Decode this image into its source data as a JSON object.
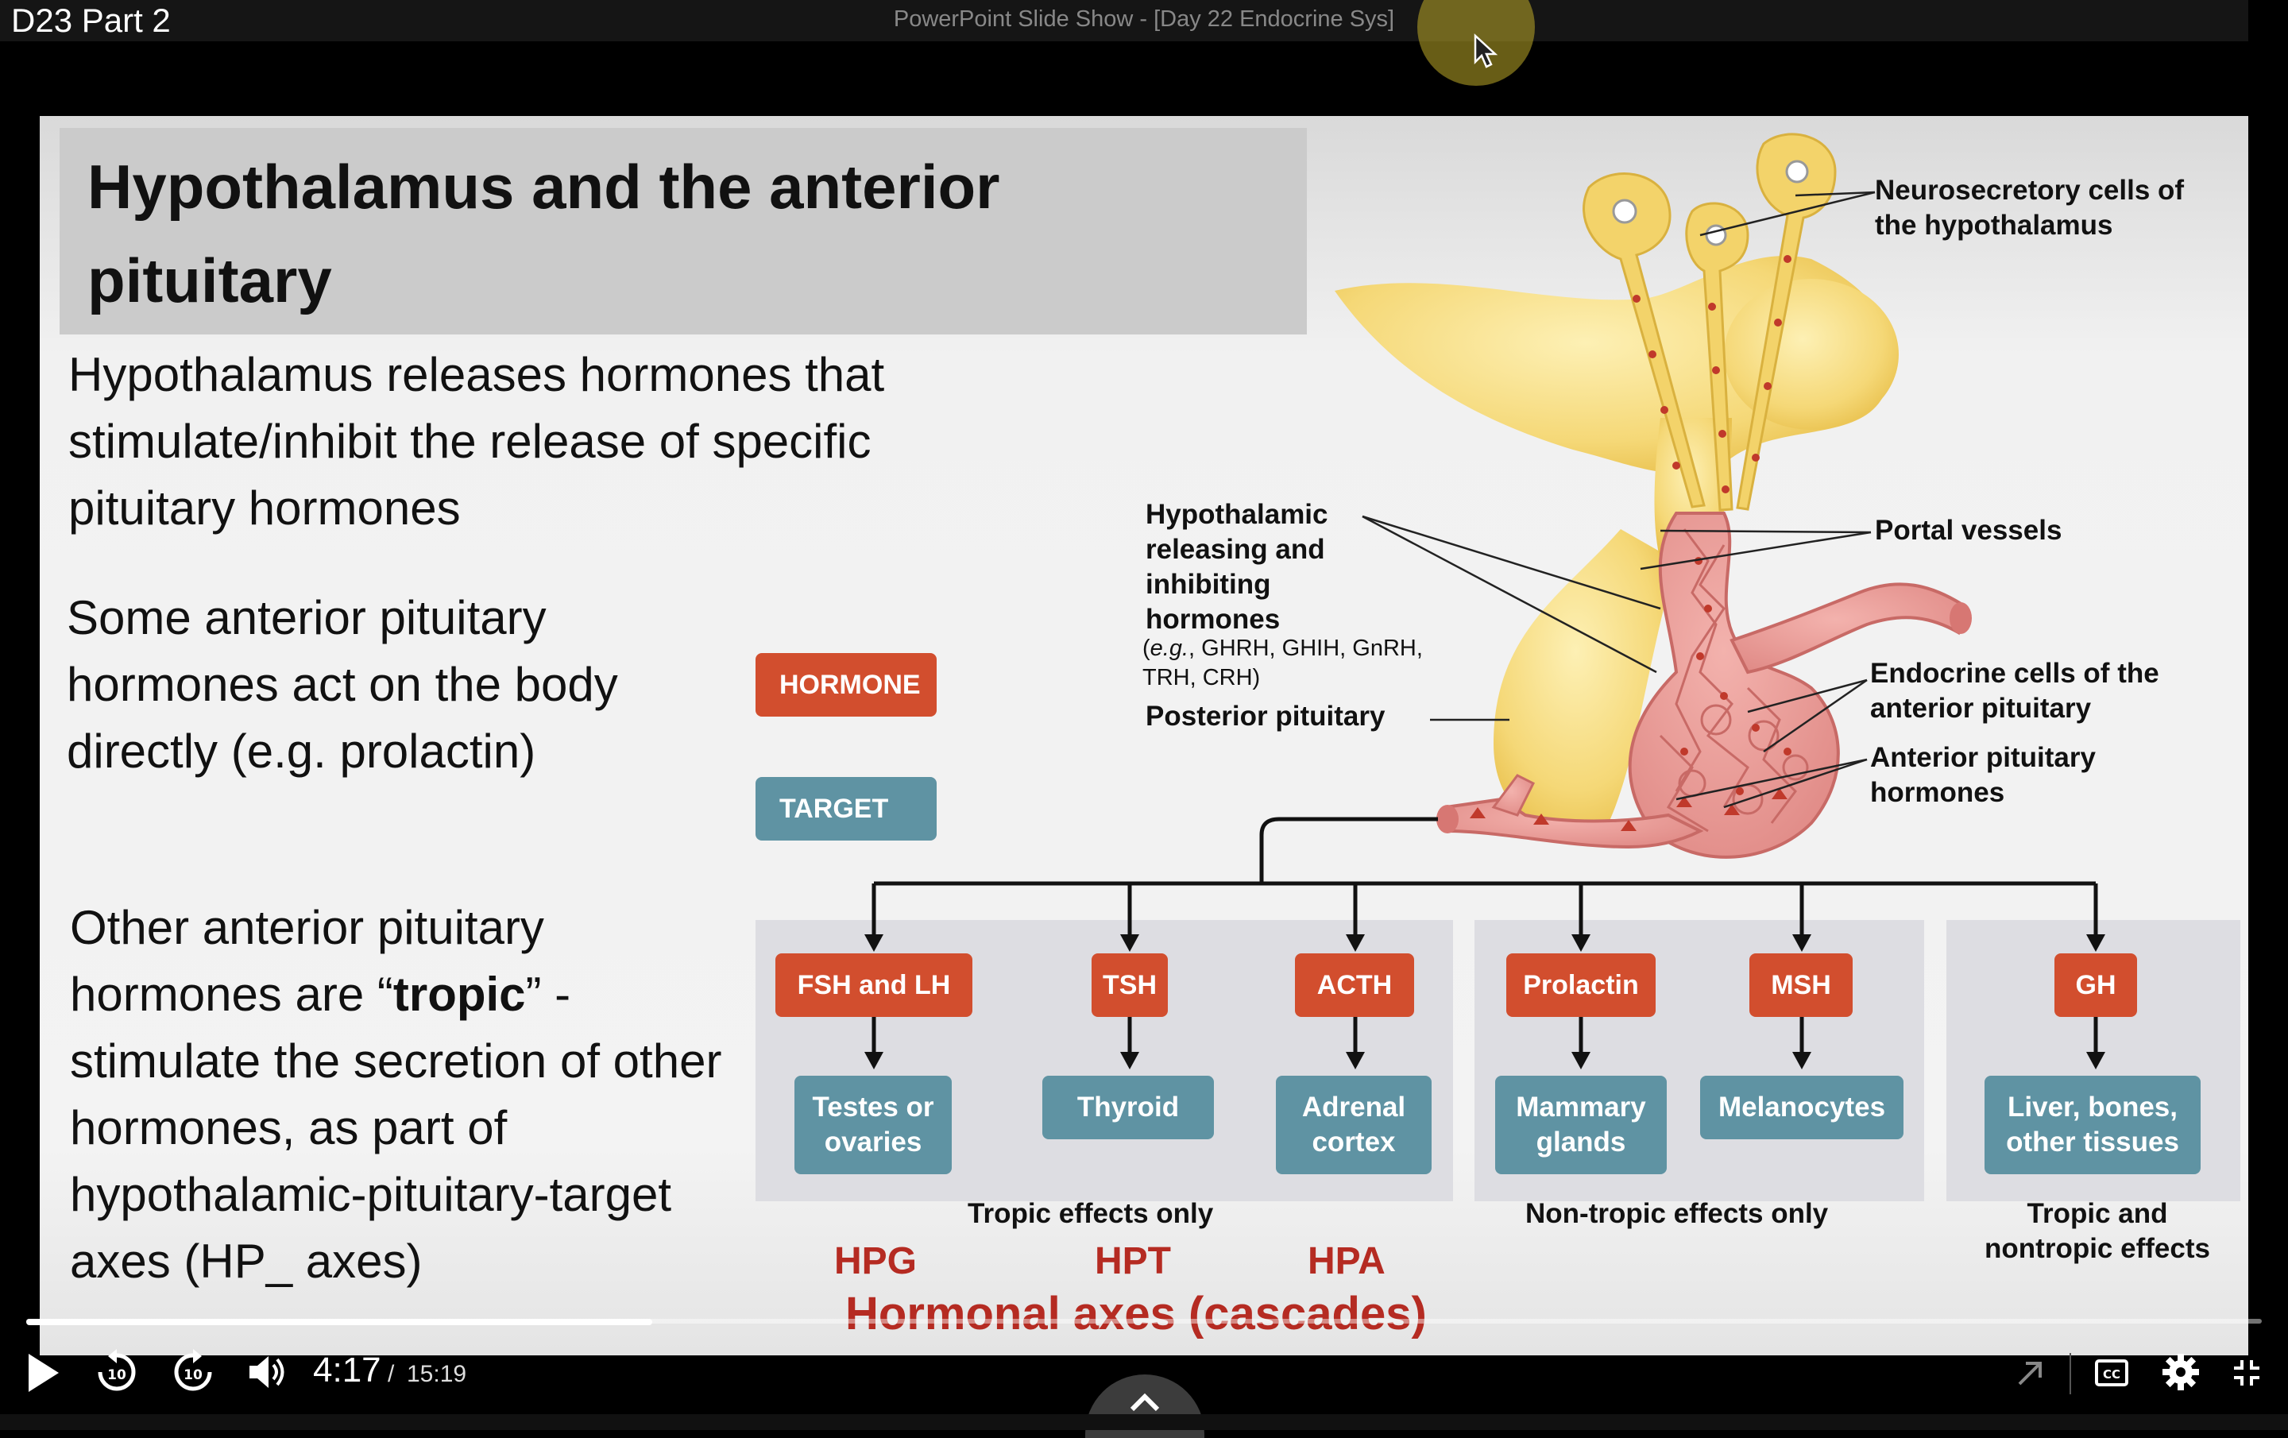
{
  "video": {
    "title": "D23 Part 2",
    "current_time": "4:17",
    "separator": "/",
    "total_time": "15:19",
    "progress": 0.28
  },
  "window": {
    "title": "PowerPoint Slide Show - [Day 22 Endocrine Sys]"
  },
  "slide": {
    "title": "Hypothalamus and the anterior pituitary",
    "para1": "Hypothalamus releases hormones that stimulate/inhibit the release of specific pituitary hormones",
    "para2": "Some anterior pituitary hormones act on the body directly (e.g. prolactin)",
    "para3_before": "Other anterior pituitary hormones are “",
    "para3_bold": "tropic",
    "para3_after": "” - stimulate the secretion of other hormones, as part of hypothalamic-pituitary-target axes (HP_ axes)",
    "legend": {
      "hormone": "HORMONE",
      "target": "TARGET"
    },
    "labels": {
      "neurosecretory": "Neurosecretory cells of the hypothalamus",
      "portal": "Portal vessels",
      "releasing": "Hypothalamic releasing and inhibiting hormones",
      "releasing_examples_eg": "e.g.",
      "releasing_examples": ", GHRH, GHIH, GnRH, TRH, CRH)",
      "posterior": "Posterior pituitary",
      "endocrine": "Endocrine cells of the anterior pituitary",
      "anterior_hormones": "Anterior pituitary hormones"
    },
    "hormones": [
      "FSH and LH",
      "TSH",
      "ACTH",
      "Prolactin",
      "MSH",
      "GH"
    ],
    "targets": [
      "Testes or ovaries",
      "Thyroid",
      "Adrenal cortex",
      "Mammary glands",
      "Melanocytes",
      "Liver, bones, other tissues"
    ],
    "groups": {
      "tropic": "Tropic effects only",
      "nontropic": "Non-tropic effects only",
      "both": "Tropic and nontropic effects"
    },
    "axes": [
      "HPG",
      "HPT",
      "HPA"
    ],
    "axes_title": "Hormonal axes (cascades)"
  },
  "colors": {
    "hormone": "#d24e2e",
    "target": "#5f93a3",
    "axis_text": "#b52b22"
  }
}
